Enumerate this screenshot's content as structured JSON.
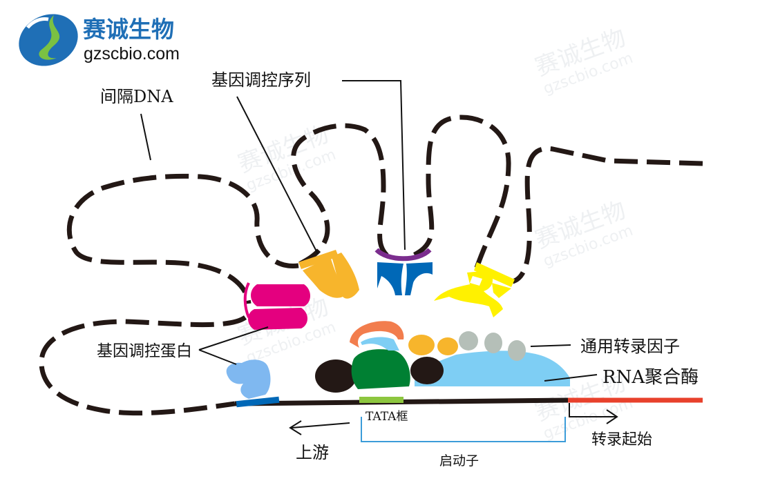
{
  "logo": {
    "cn": "赛诚生物",
    "en": "gzscbio.com",
    "colors": {
      "blue": "#1f6fb6",
      "green": "#7ac143"
    }
  },
  "watermark": {
    "cn": "赛诚生物",
    "en": "gzscbio.com"
  },
  "labels": {
    "spacer_dna": "间隔DNA",
    "regulatory_sequence": "基因调控序列",
    "regulatory_protein": "基因调控蛋白",
    "general_tf": "通用转录因子",
    "rna_polymerase": "RNA聚合酶",
    "tata_box": "TATA框",
    "upstream": "上游",
    "promoter": "启动子",
    "tx_start": "转录起始"
  },
  "colors": {
    "dna": "#231815",
    "transcribed": "#e8412c",
    "tata": "#8dc63f",
    "promoter_bracket": "#3b9cd9",
    "magenta_protein": "#e4007f",
    "orange_protein": "#f7b52c",
    "blue_protein": "#0068b7",
    "purple_site": "#7b2d8e",
    "yellow_protein": "#fff100",
    "polymerase": "#7ecef4",
    "green_factor": "#008033",
    "coral_factor": "#f27d4d",
    "gray_factor": "#b5bfb8",
    "light_blue_protein": "#7fb8f0"
  }
}
